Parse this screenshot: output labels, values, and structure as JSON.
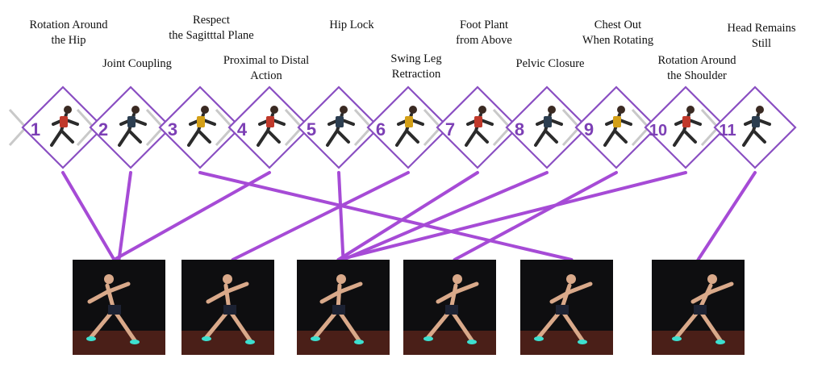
{
  "steps": [
    {
      "number": "1",
      "line1": "Rotation Around",
      "line2": "the Hip"
    },
    {
      "number": "2",
      "line1": "Joint Coupling",
      "line2": ""
    },
    {
      "number": "3",
      "line1": "Respect",
      "line2": "the Sagitttal Plane"
    },
    {
      "number": "4",
      "line1": "Proximal to Distal",
      "line2": "Action"
    },
    {
      "number": "5",
      "line1": "Hip Lock",
      "line2": ""
    },
    {
      "number": "6",
      "line1": "Swing Leg",
      "line2": "Retraction"
    },
    {
      "number": "7",
      "line1": "Foot Plant",
      "line2": "from Above"
    },
    {
      "number": "8",
      "line1": "Pelvic Closure",
      "line2": ""
    },
    {
      "number": "9",
      "line1": "Chest Out",
      "line2": "When Rotating"
    },
    {
      "number": "10",
      "line1": "Rotation Around",
      "line2": "the Shoulder"
    },
    {
      "number": "11",
      "line1": "Head Remains",
      "line2": "Still"
    }
  ],
  "phases": 6,
  "connections": [
    {
      "step": "1",
      "phase": 1
    },
    {
      "step": "2",
      "phase": 1
    },
    {
      "step": "3",
      "phase": 5
    },
    {
      "step": "4",
      "phase": 1
    },
    {
      "step": "5",
      "phase": 3
    },
    {
      "step": "6",
      "phase": 2
    },
    {
      "step": "7",
      "phase": 3
    },
    {
      "step": "8",
      "phase": 3
    },
    {
      "step": "9",
      "phase": 4
    },
    {
      "step": "10",
      "phase": 3
    },
    {
      "step": "11",
      "phase": 6
    }
  ],
  "colors": {
    "accent": "#a64bd6",
    "number": "#7c3fb5",
    "frame": "#8a4fc2",
    "photo_bg": "#0e0e10",
    "floor": "#4a1f18"
  }
}
